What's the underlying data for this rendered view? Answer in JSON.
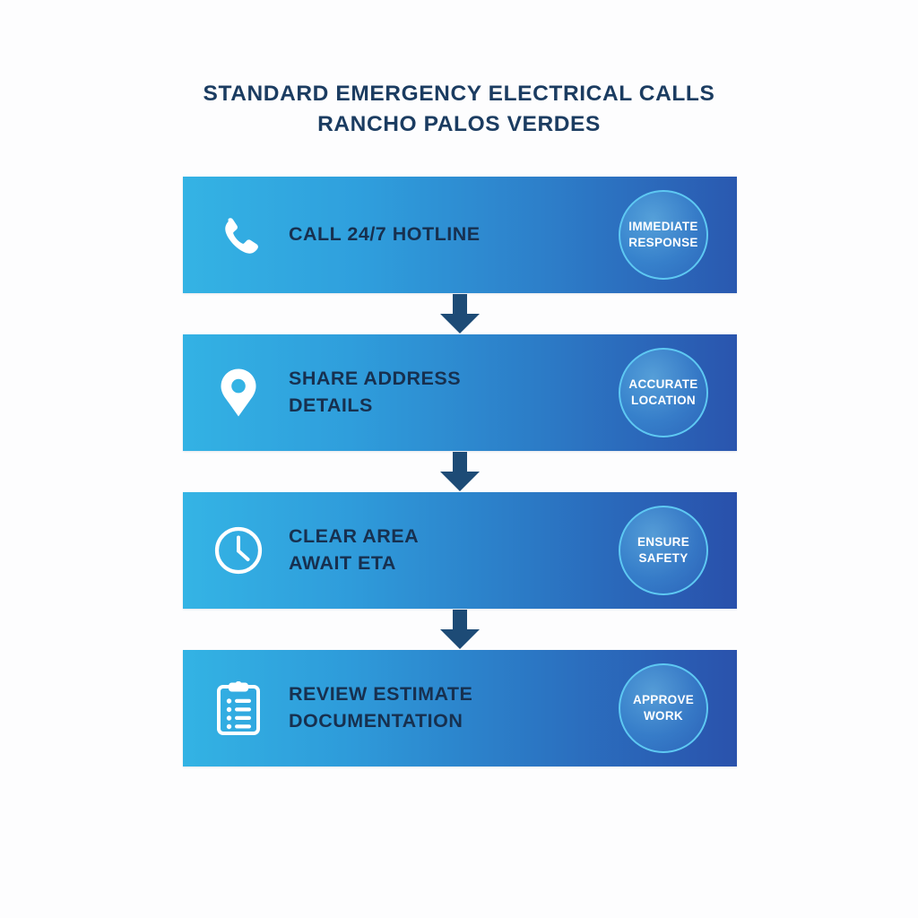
{
  "title": {
    "line1": "STANDARD EMERGENCY ELECTRICAL CALLS",
    "line2": "RANCHO PALOS VERDES"
  },
  "colors": {
    "background": "#fdfdfe",
    "title_text": "#1b3c61",
    "bar_gradient_start": "#34b3e4",
    "bar_gradient_end": "#2a59b0",
    "label_text": "#17304f",
    "badge_ring": "#5ec8f2",
    "badge_text": "#ffffff",
    "arrow": "#1d4b76",
    "icon": "#ffffff"
  },
  "steps": [
    {
      "index": 1,
      "icon": "phone-icon",
      "label_line1": "CALL 24/7 HOTLINE",
      "label_line2": "",
      "badge_line1": "IMMEDIATE",
      "badge_line2": "RESPONSE"
    },
    {
      "index": 2,
      "icon": "map-pin-icon",
      "label_line1": "SHARE ADDRESS",
      "label_line2": "DETAILS",
      "badge_line1": "ACCURATE",
      "badge_line2": "LOCATION"
    },
    {
      "index": 3,
      "icon": "clock-icon",
      "label_line1": "CLEAR AREA",
      "label_line2": "AWAIT ETA",
      "badge_line1": "ENSURE",
      "badge_line2": "SAFETY"
    },
    {
      "index": 4,
      "icon": "clipboard-checklist-icon",
      "label_line1": "REVIEW ESTIMATE",
      "label_line2": "DOCUMENTATION",
      "badge_line1": "APPROVE",
      "badge_line2": "WORK"
    }
  ],
  "connectors": [
    {
      "icon": "arrow-down-icon"
    },
    {
      "icon": "arrow-down-icon"
    },
    {
      "icon": "arrow-down-icon"
    }
  ]
}
